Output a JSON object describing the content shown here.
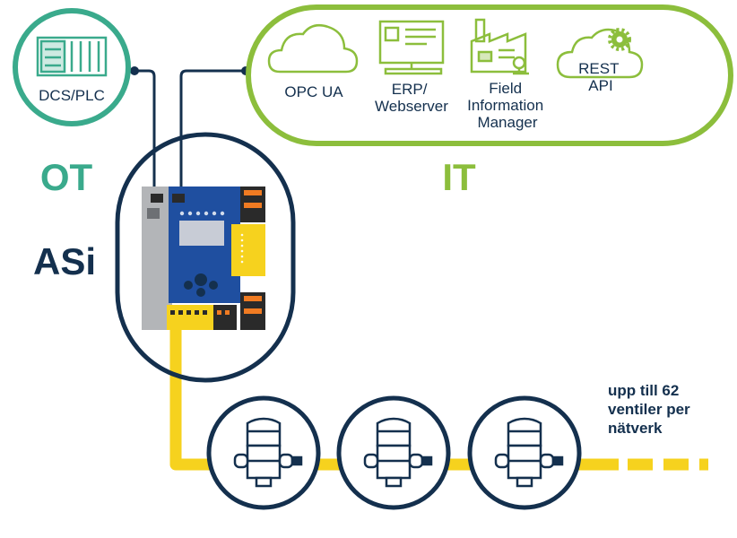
{
  "colors": {
    "teal": "#3aaa8c",
    "green": "#8cbe3c",
    "navy": "#14304e",
    "yellow": "#f6d21e",
    "blue": "#1f4fa0",
    "gray": "#b3b5b8",
    "orange": "#f07b22"
  },
  "plc": {
    "label": "DCS/PLC",
    "icon": "plc-rack-icon"
  },
  "ot_label": "OT",
  "it_label": "IT",
  "asi_label": "ASi",
  "it_items": [
    {
      "icon": "cloud-icon",
      "lines": [
        "OPC UA"
      ]
    },
    {
      "icon": "monitor-icon",
      "lines": [
        "ERP/",
        "Webserver"
      ]
    },
    {
      "icon": "factory-icon",
      "lines": [
        "Field",
        "Information",
        "Manager"
      ]
    },
    {
      "icon": "cloud-gear-icon",
      "lines": [
        "REST",
        "API"
      ]
    }
  ],
  "gateway": {
    "icon": "asi-gateway-icon"
  },
  "valves": [
    {
      "icon": "valve-actuator-icon"
    },
    {
      "icon": "valve-actuator-icon"
    },
    {
      "icon": "valve-actuator-icon"
    }
  ],
  "network_note": [
    "upp till 62",
    "ventiler per",
    "nätverk"
  ]
}
